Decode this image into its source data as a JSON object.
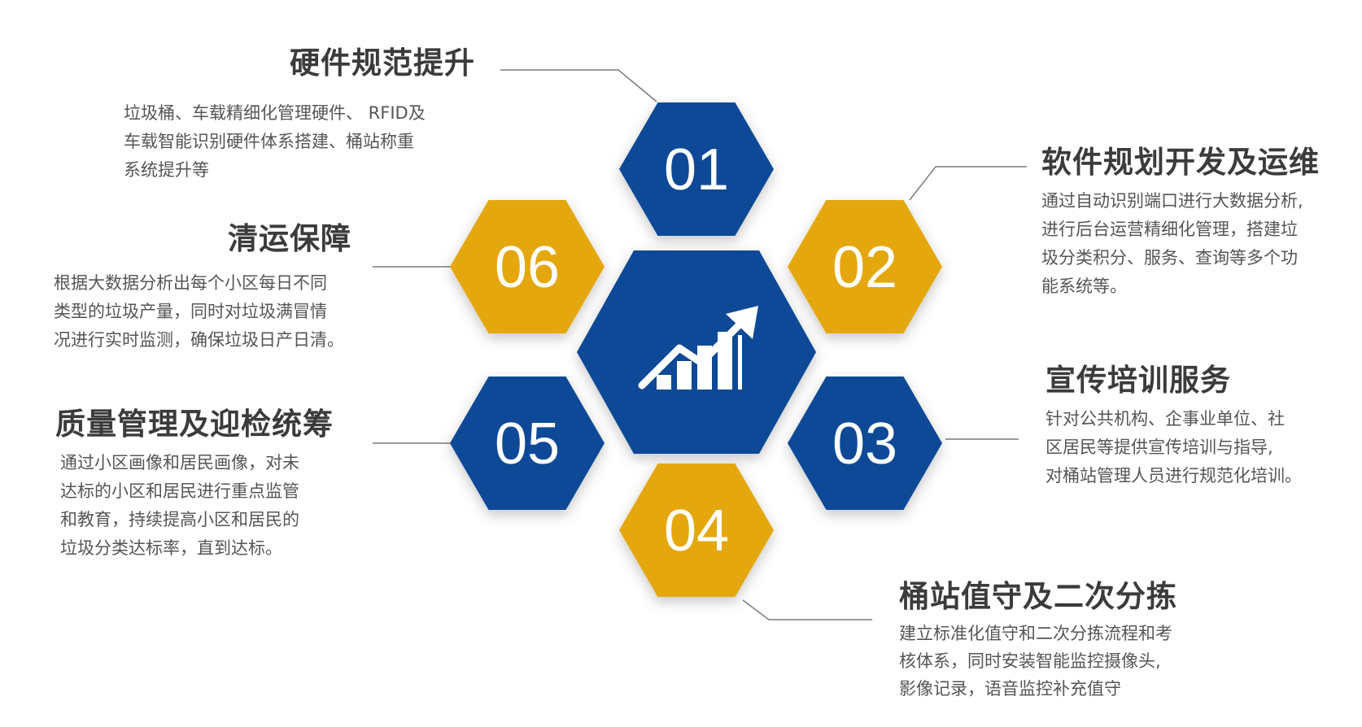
{
  "colors": {
    "blue": "#0b4a96",
    "gold": "#e4a70c"
  },
  "center": {
    "icon": "growth-chart-icon"
  },
  "hexagons": [
    {
      "number": "01",
      "color": "blue"
    },
    {
      "number": "02",
      "color": "gold"
    },
    {
      "number": "03",
      "color": "blue"
    },
    {
      "number": "04",
      "color": "gold"
    },
    {
      "number": "05",
      "color": "blue"
    },
    {
      "number": "06",
      "color": "gold"
    }
  ],
  "blocks": [
    {
      "title": "硬件规范提升",
      "desc": [
        "垃圾桶、车载精细化管理硬件、 RFID及",
        "车载智能识别硬件体系搭建、桶站称重",
        "系统提升等"
      ]
    },
    {
      "title": "软件规划开发及运维",
      "desc": [
        "通过自动识别端口进行大数据分析,",
        "进行后台运营精细化管理，搭建垃",
        "圾分类积分、服务、查询等多个功",
        "能系统等。"
      ]
    },
    {
      "title": "宣传培训服务",
      "desc": [
        "针对公共机构、企事业单位、社",
        "区居民等提供宣传培训与指导,",
        "对桶站管理人员进行规范化培训。"
      ]
    },
    {
      "title": "桶站值守及二次分拣",
      "desc": [
        "建立标准化值守和二次分拣流程和考",
        "核体系，同时安装智能监控摄像头,",
        "影像记录，语音监控补充值守"
      ]
    },
    {
      "title": "质量管理及迎检统筹",
      "desc": [
        "通过小区画像和居民画像，对未",
        "达标的小区和居民进行重点监管",
        "和教育，持续提高小区和居民的",
        "垃圾分类达标率，直到达标。"
      ]
    },
    {
      "title": "清运保障",
      "desc": [
        "根据大数据分析出每个小区每日不同",
        "类型的垃圾产量，同时对垃圾满冒情",
        "况进行实时监测，确保垃圾日产日清。"
      ]
    }
  ]
}
